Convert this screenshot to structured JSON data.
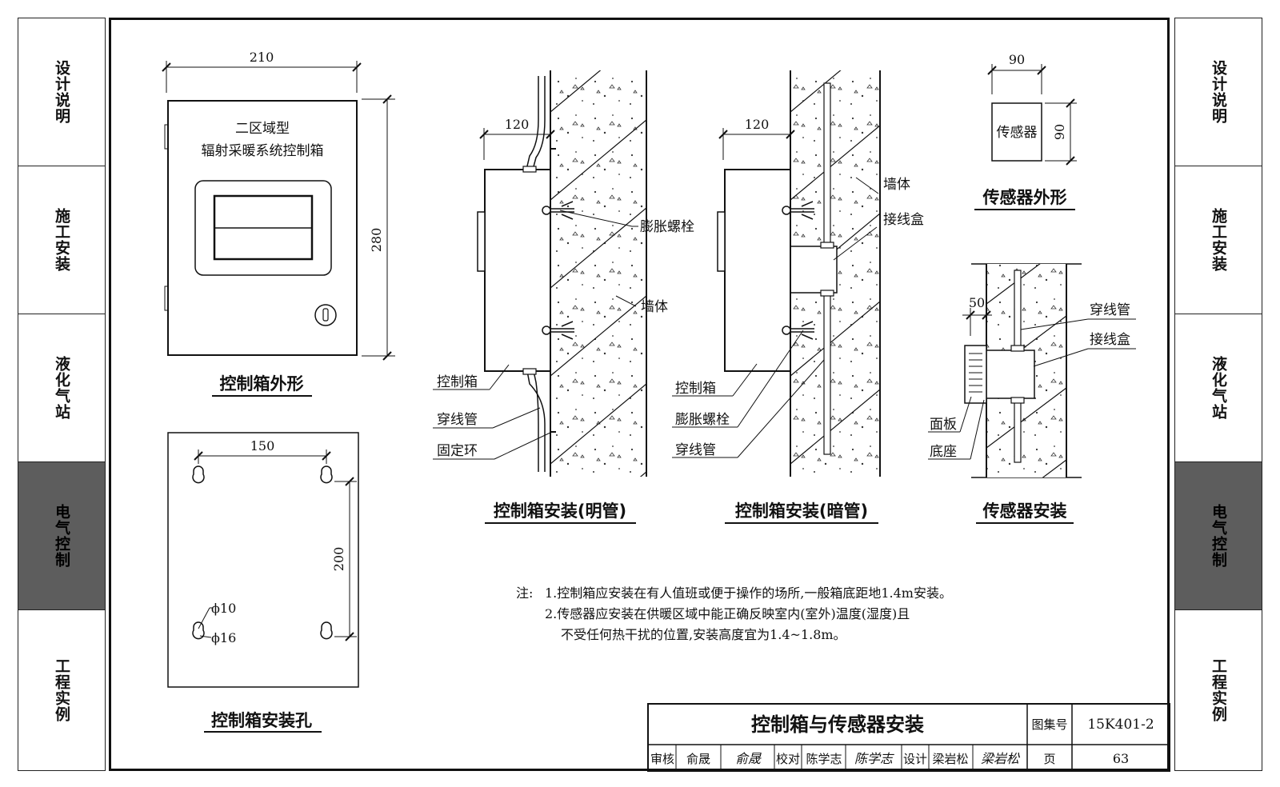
{
  "side_tabs": [
    {
      "label": "设计说明"
    },
    {
      "label": "施工安装"
    },
    {
      "label": "液化气站"
    },
    {
      "label": "电气控制"
    },
    {
      "label": "工程实例"
    }
  ],
  "active_tab": "电气控制",
  "box_outline": {
    "width": "210",
    "height": "280",
    "title_line1": "二区域型",
    "title_line2": "辐射采暖系统控制箱",
    "caption": "控制箱外形"
  },
  "mounting_holes": {
    "width": "150",
    "height": "200",
    "hole_small": "ϕ10",
    "hole_large": "ϕ16",
    "caption": "控制箱安装孔"
  },
  "surface_install": {
    "offset": "120",
    "bolt": "膨胀螺栓",
    "wall": "墙体",
    "box": "控制箱",
    "conduit": "穿线管",
    "ring": "固定环",
    "caption": "控制箱安装(明管)"
  },
  "concealed_install": {
    "offset": "120",
    "wall": "墙体",
    "junction_box": "接线盒",
    "box": "控制箱",
    "bolt": "膨胀螺栓",
    "conduit": "穿线管",
    "caption": "控制箱安装(暗管)"
  },
  "sensor_outline": {
    "width": "90",
    "height": "90",
    "label": "传感器",
    "caption": "传感器外形"
  },
  "sensor_install": {
    "offset": "50",
    "conduit": "穿线管",
    "junction_box": "接线盒",
    "panel": "面板",
    "base": "底座",
    "caption": "传感器安装"
  },
  "notes": {
    "prefix": "注:",
    "line1": "1.控制箱应安装在有人值班或便于操作的场所,一般箱底距地1.4m安装。",
    "line2": "2.传感器应安装在供暖区域中能正确反映室内(室外)温度(湿度)且",
    "line3": "不受任何热干扰的位置,安装高度宜为1.4~1.8m。"
  },
  "title_block": {
    "title": "控制箱与传感器安装",
    "atlas_label": "图集号",
    "atlas_no": "15K401-2",
    "review_label": "审核",
    "reviewer": "俞晟",
    "reviewer_sign": "俞晟",
    "check_label": "校对",
    "checker": "陈学志",
    "checker_sign": "陈学志",
    "design_label": "设计",
    "designer": "梁岩松",
    "designer_sign": "梁岩松",
    "page_label": "页",
    "page_no": "63"
  }
}
